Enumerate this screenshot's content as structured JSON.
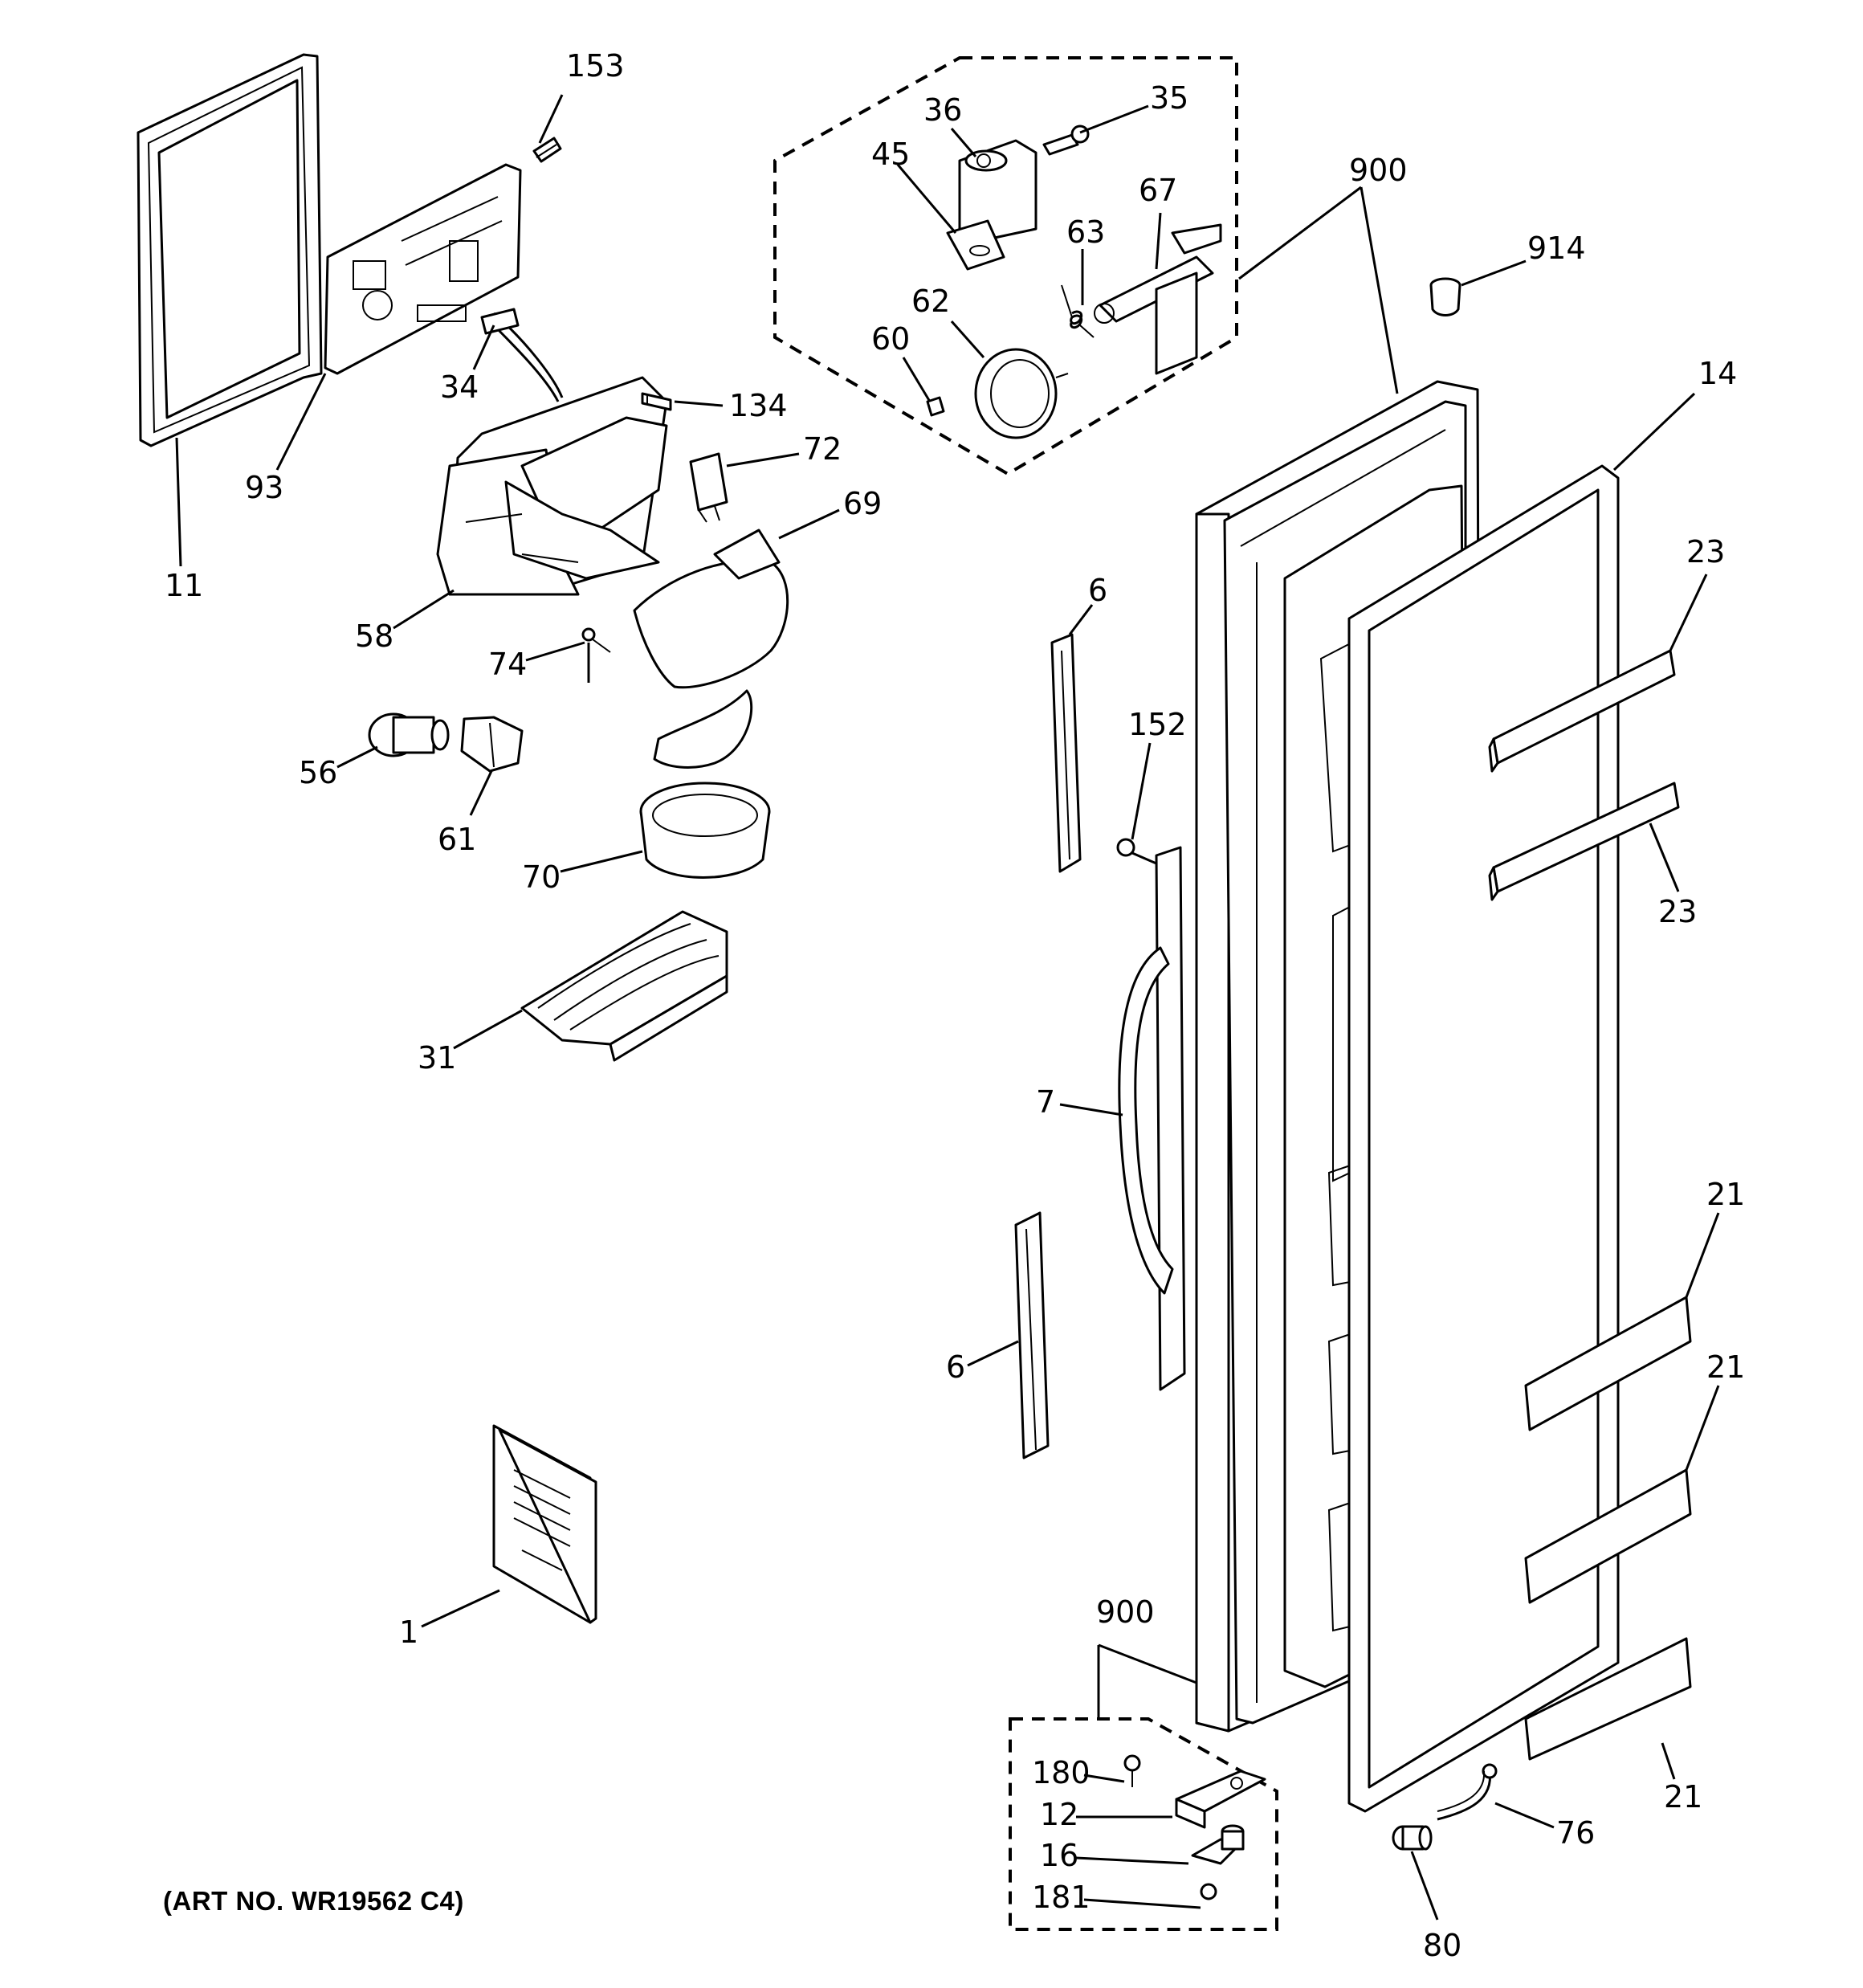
{
  "art_number": "(ART NO. WR19562 C4)",
  "callouts": {
    "c153": "153",
    "c36": "36",
    "c35": "35",
    "c45": "45",
    "c900a": "900",
    "c67": "67",
    "c63": "63",
    "c914": "914",
    "c62": "62",
    "c60": "60",
    "c14": "14",
    "c34": "34",
    "c134": "134",
    "c93": "93",
    "c72": "72",
    "c69": "69",
    "c11": "11",
    "c23a": "23",
    "c58": "58",
    "c6a": "6",
    "c74": "74",
    "c152": "152",
    "c56": "56",
    "c23b": "23",
    "c61": "61",
    "c70": "70",
    "c31": "31",
    "c7": "7",
    "c21a": "21",
    "c6b": "6",
    "c21b": "21",
    "c1": "1",
    "c900b": "900",
    "c180": "180",
    "c12": "12",
    "c16": "16",
    "c181": "181",
    "c21c": "21",
    "c76": "76",
    "c80": "80"
  }
}
